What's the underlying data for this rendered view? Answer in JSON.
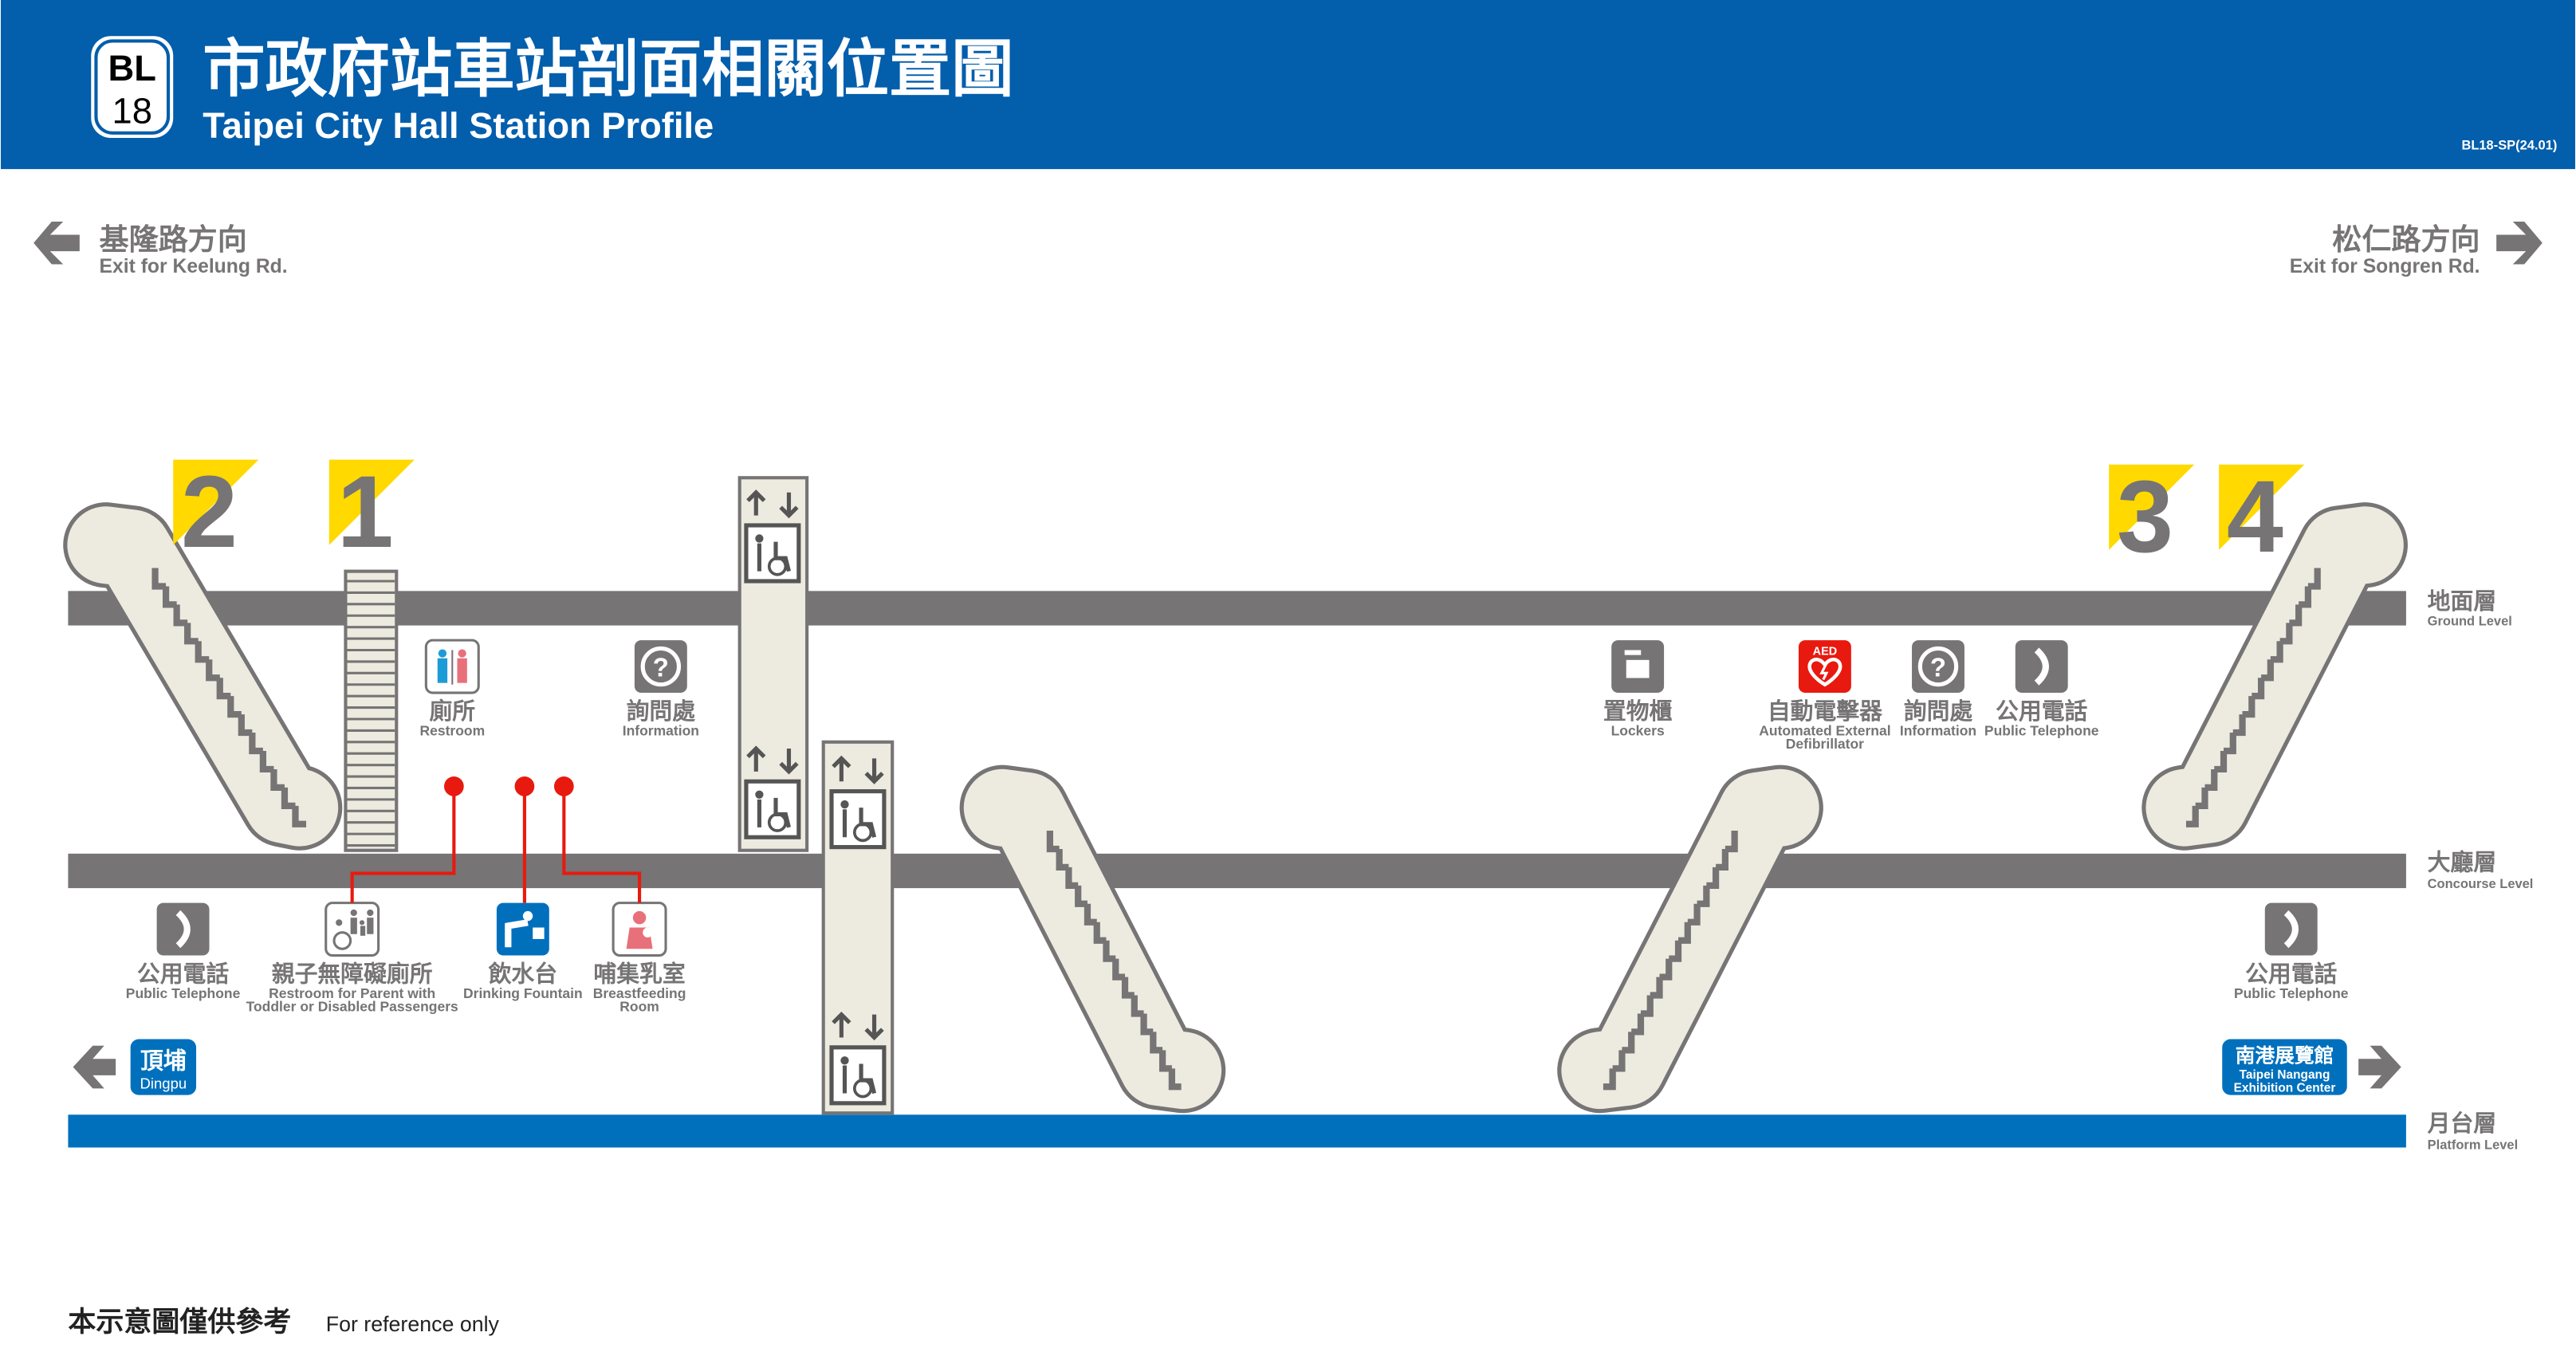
{
  "header": {
    "line_code": "BL",
    "station_number": "18",
    "title_zh": "市政府站車站剖面相關位置圖",
    "title_en": "Taipei City Hall Station Profile",
    "doc_code": "BL18-SP(24.01)"
  },
  "exits_direction": {
    "left": {
      "zh": "基隆路方向",
      "en": "Exit for Keelung Rd."
    },
    "right": {
      "zh": "松仁路方向",
      "en": "Exit for Songren Rd."
    }
  },
  "exits": [
    "2",
    "1",
    "3",
    "4"
  ],
  "levels": [
    {
      "zh": "地面層",
      "en": "Ground Level"
    },
    {
      "zh": "大廳層",
      "en": "Concourse Level"
    },
    {
      "zh": "月台層",
      "en": "Platform Level"
    }
  ],
  "facilities_upper": [
    {
      "icon": "restroom-icon",
      "zh": "廁所",
      "en": "Restroom"
    },
    {
      "icon": "information-icon",
      "zh": "詢問處",
      "en": "Information"
    },
    {
      "icon": "locker-icon",
      "zh": "置物櫃",
      "en": "Lockers"
    },
    {
      "icon": "aed-icon",
      "zh": "自動電擊器",
      "en": "Automated External",
      "en2": "Defibrillator",
      "icon_text": "AED"
    },
    {
      "icon": "information-icon",
      "zh": "詢問處",
      "en": "Information"
    },
    {
      "icon": "telephone-icon",
      "zh": "公用電話",
      "en": "Public Telephone"
    }
  ],
  "facilities_concourse": [
    {
      "icon": "telephone-icon",
      "zh": "公用電話",
      "en": "Public Telephone"
    },
    {
      "icon": "family-restroom-icon",
      "zh": "親子無障礙廁所",
      "en": "Restroom for Parent with",
      "en2": "Toddler or Disabled Passengers"
    },
    {
      "icon": "drinking-fountain-icon",
      "zh": "飲水台",
      "en": "Drinking Fountain"
    },
    {
      "icon": "breastfeeding-icon",
      "zh": "哺集乳室",
      "en": "Breastfeeding",
      "en2": "Room"
    },
    {
      "icon": "telephone-icon",
      "zh": "公用電話",
      "en": "Public Telephone"
    }
  ],
  "platform_directions": {
    "left": {
      "zh": "頂埔",
      "en": "Dingpu"
    },
    "right": {
      "zh": "南港展覽館",
      "en": "Taipei Nangang",
      "en2": "Exhibition Center"
    }
  },
  "footer": {
    "zh": "本示意圖僅供參考",
    "en": "For reference only"
  },
  "colors": {
    "header_blue": "#035EAC",
    "platform_blue": "#0070BD",
    "level_gray": "#767474",
    "exit_yellow": "#FFD900",
    "aed_red": "#E8190F",
    "facility_cream": "#EDEBDF"
  }
}
